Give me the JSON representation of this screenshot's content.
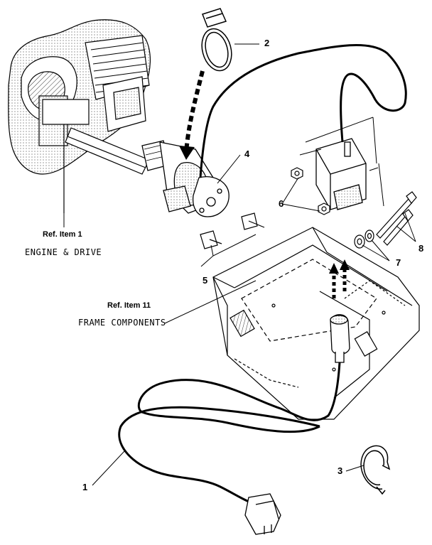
{
  "diagram": {
    "callouts": {
      "c1": "1",
      "c2": "2",
      "c3": "3",
      "c4": "4",
      "c5": "5",
      "c6": "6",
      "c7": "7",
      "c8": "8"
    },
    "ref_engine": {
      "ref": "Ref. Item 1",
      "caption": "ENGINE & DRIVE"
    },
    "ref_frame": {
      "ref": "Ref. Item 11",
      "caption": "FRAME COMPONENTS"
    },
    "colors": {
      "line": "#000000",
      "background": "#ffffff",
      "shade": "#bdbdbd"
    }
  }
}
